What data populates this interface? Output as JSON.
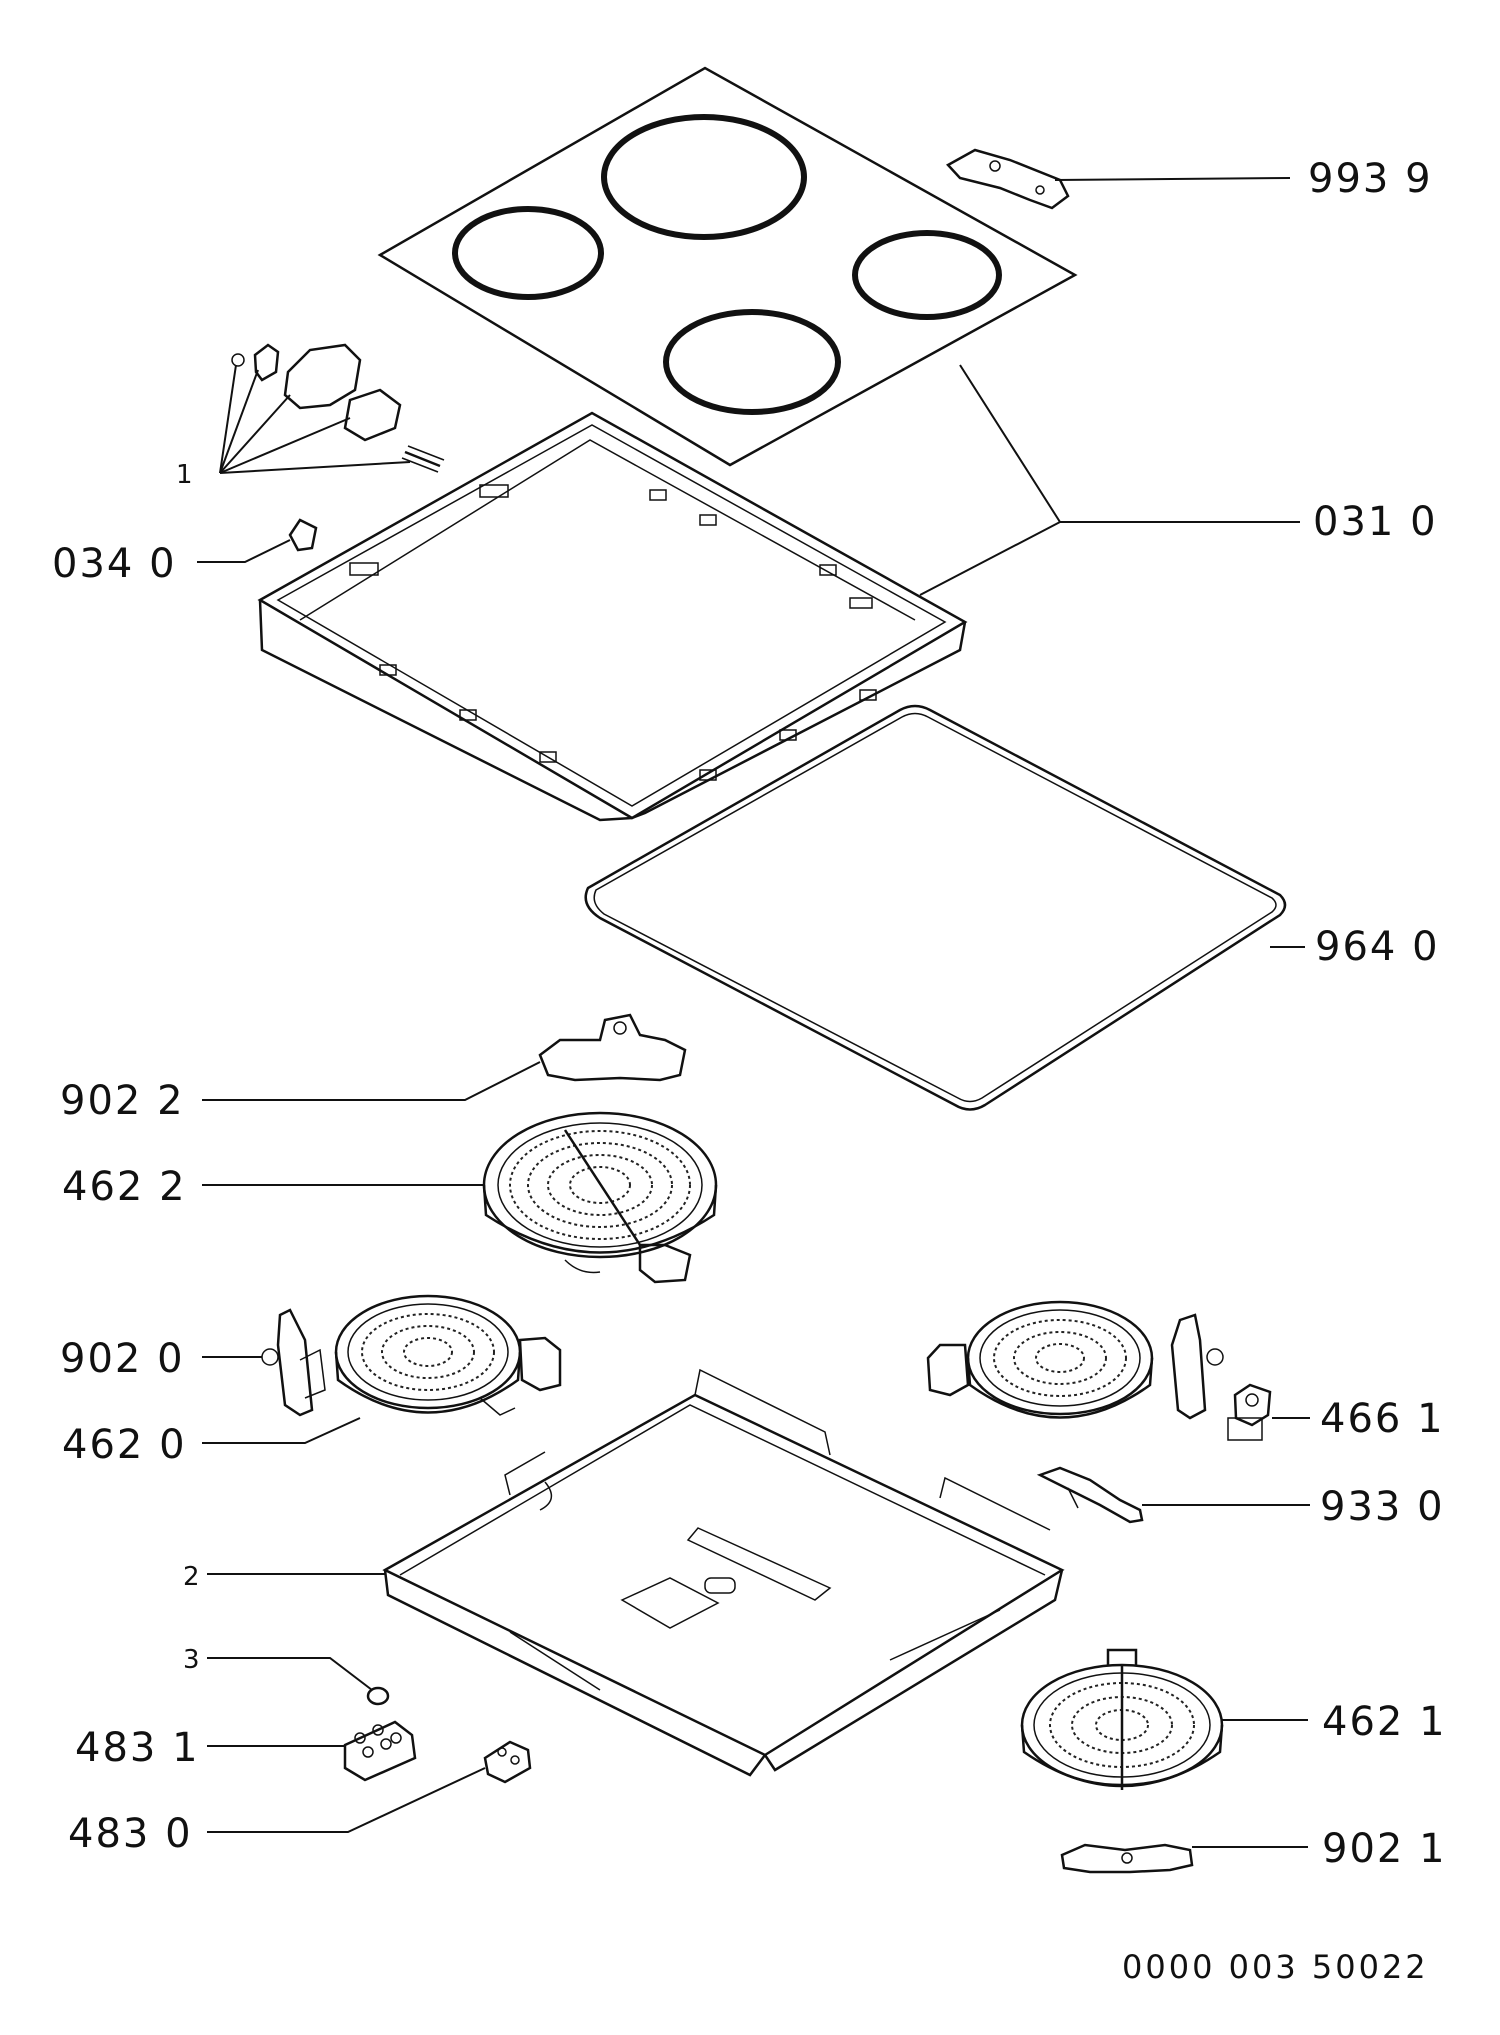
{
  "callouts": {
    "c9939": "993 9",
    "c0310": "031 0",
    "c0340": "034 0",
    "c1": "1",
    "c9640": "964 0",
    "c9022": "902 2",
    "c4622": "462 2",
    "c9020": "902 0",
    "c4620": "462 0",
    "c4661": "466 1",
    "c9330": "933 0",
    "c2": "2",
    "c3": "3",
    "c4831": "483 1",
    "c4830": "483 0",
    "c4621": "462 1",
    "c9021": "902 1"
  },
  "reference_number": "0000 003 50022"
}
